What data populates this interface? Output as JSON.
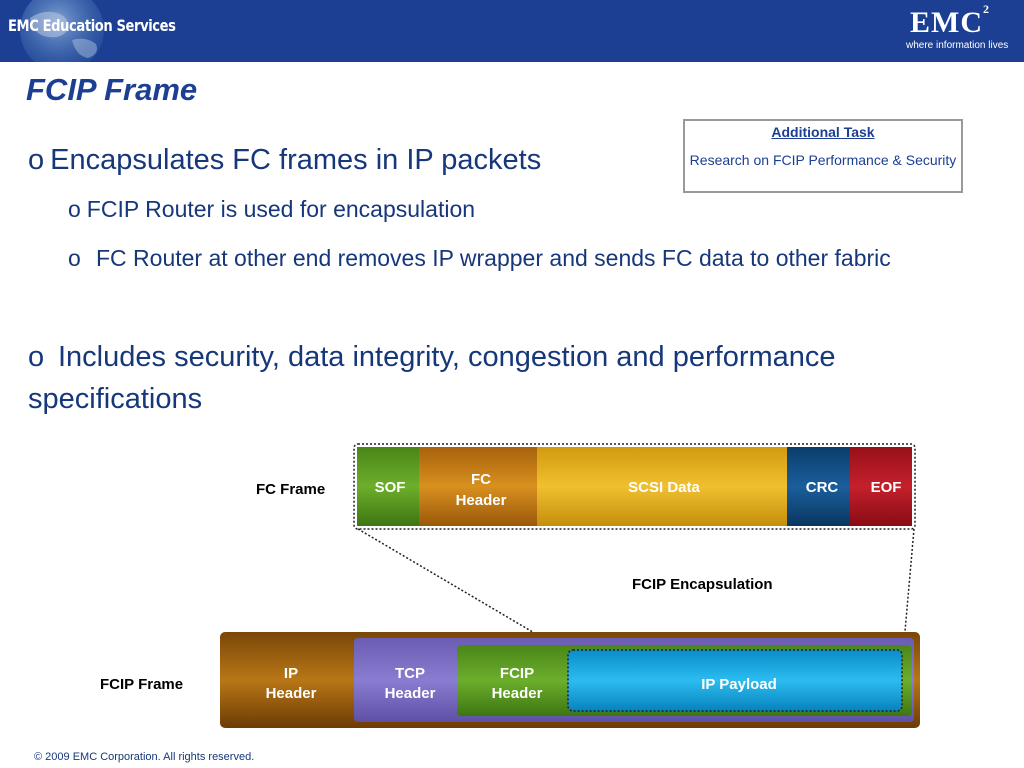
{
  "header": {
    "brand": "EMC Education Services",
    "logo_text": "EMC",
    "logo_superscript": "2",
    "tagline": "where information lives"
  },
  "slide": {
    "title": "FCIP Frame",
    "bullets": [
      {
        "marker": "o",
        "text": "Encapsulates FC frames in IP packets"
      },
      {
        "marker": "o",
        "text": "FCIP Router is used for encapsulation"
      },
      {
        "marker": "o",
        "text": "FC Router at other end removes IP wrapper and sends FC data to other fabric"
      },
      {
        "marker": "o",
        "text": "Includes security, data integrity, congestion and performance specifications"
      }
    ]
  },
  "additional_task": {
    "title": "Additional Task",
    "body": "Research on FCIP Performance & Security"
  },
  "diagram": {
    "fc_frame_label": "FC Frame",
    "fc_segments": {
      "sof": "SOF",
      "fc_header_1": "FC",
      "fc_header_2": "Header",
      "scsi_data": "SCSI Data",
      "crc": "CRC",
      "eof": "EOF"
    },
    "encapsulation_label": "FCIP Encapsulation",
    "fcip_frame_label": "FCIP Frame",
    "fcip_segments": {
      "ip_header_1": "IP",
      "ip_header_2": "Header",
      "tcp_header_1": "TCP",
      "tcp_header_2": "Header",
      "fcip_header_1": "FCIP",
      "fcip_header_2": "Header",
      "ip_payload": "IP Payload"
    },
    "colors": {
      "sof": "#5a9a22",
      "fc_header": "#c57a14",
      "scsi_data": "#e4b018",
      "crc": "#0f4f86",
      "eof": "#b21522",
      "ip_header": "#9a5b0c",
      "tcp_header": "#7a6cbf",
      "fcip_header": "#5a9a22",
      "ip_payload": "#1aa6e0"
    }
  },
  "footer": {
    "copyright": "© 2009 EMC Corporation. All rights reserved."
  }
}
